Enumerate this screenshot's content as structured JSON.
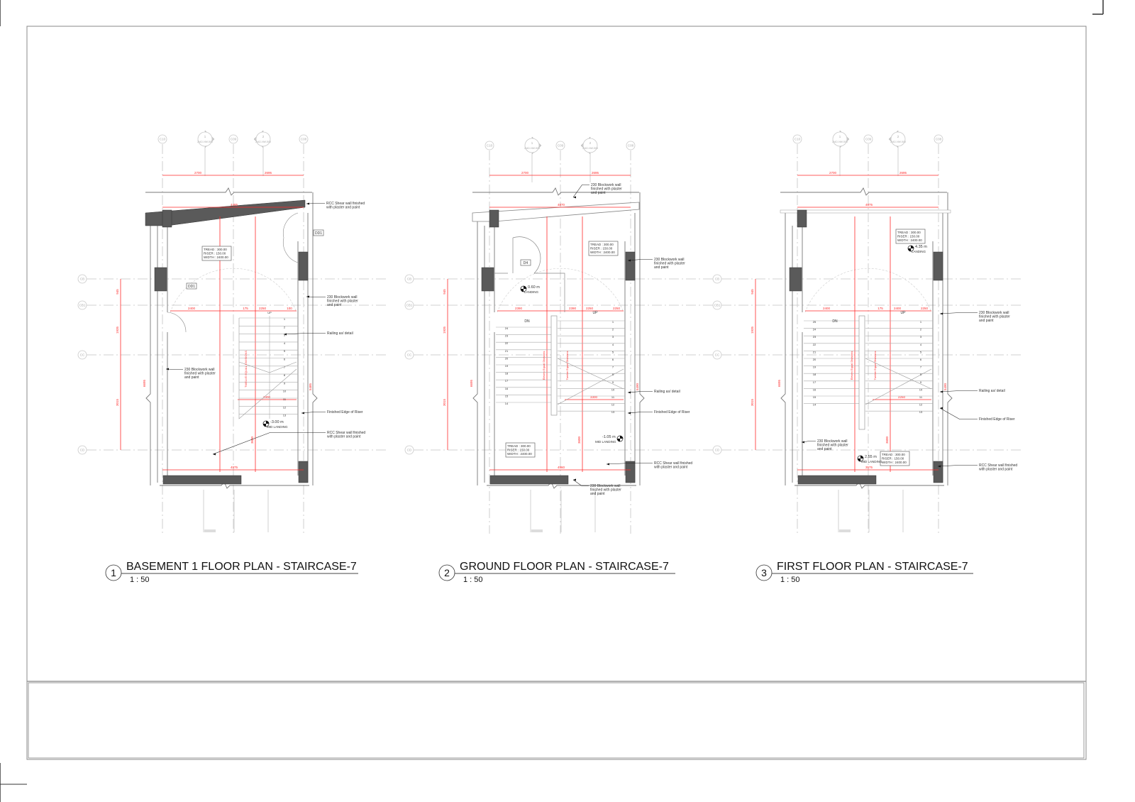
{
  "sheet": {
    "title_block": ""
  },
  "plans": [
    {
      "number": "1",
      "title": "BASEMENT 1 FLOOR PLAN - STAIRCASE-7",
      "scale": "1 : 50",
      "grid_cols": [
        "C10",
        "C09",
        "C08"
      ],
      "grid_rows": [
        "CB",
        "CB1",
        "CC",
        "CD"
      ],
      "sections": [
        {
          "num": "1",
          "ref": "2/AD-NW-503"
        },
        {
          "num": "2",
          "ref": "2/AD-NW-503"
        }
      ],
      "top_dims": [
        "2700",
        "2695"
      ],
      "row_dims": [
        "945",
        "1935",
        "3015"
      ],
      "dims": [
        "4485",
        "4975",
        "2400",
        "175",
        "2250",
        "100",
        "2400",
        "3600",
        "5485",
        "6695"
      ],
      "division_labels": [
        "TWELVE EQUAL DIVISIONS"
      ],
      "stair_labels": [
        "UP"
      ],
      "tags": [
        "DD1",
        "DD1"
      ],
      "steps_up": [
        "1",
        "2",
        "3",
        "4",
        "5",
        "6",
        "7",
        "8",
        "9",
        "10",
        "11",
        "12",
        "13"
      ],
      "steps_dn": [],
      "spec_boxes": [
        {
          "tread": "TREAD : 300.00",
          "riser": "RISER : 150.00",
          "width": "WIDTH : 2400.00"
        }
      ],
      "levels": [
        {
          "value": "-3.00 m",
          "label": "MID LANDING"
        }
      ],
      "notes": [
        {
          "lines": [
            "RCC Shear wall finished",
            "with plaster and paint"
          ]
        },
        {
          "lines": [
            "230 Blockwork wall",
            "finished with plaster",
            "and paint"
          ]
        },
        {
          "lines": [
            "Railing as/ detail"
          ]
        },
        {
          "lines": [
            "230 Blockwork wall",
            "finished with plaster",
            "and paint"
          ]
        },
        {
          "lines": [
            "Finished Edge of Riser"
          ]
        },
        {
          "lines": [
            "RCC Shear wall finished",
            "with plaster and paint"
          ]
        }
      ]
    },
    {
      "number": "2",
      "title": "GROUND FLOOR PLAN - STAIRCASE-7",
      "scale": "1 : 50",
      "grid_cols": [
        "C10",
        "C09",
        "C08"
      ],
      "grid_rows": [
        "CB",
        "CB1",
        "CC",
        "CD"
      ],
      "sections": [
        {
          "num": "1",
          "ref": "2/AD-NW-503"
        },
        {
          "num": "2",
          "ref": "2/AD-NW-503"
        }
      ],
      "top_dims": [
        "2700",
        "2695"
      ],
      "row_dims": [
        "945",
        "1935",
        "3015"
      ],
      "dims": [
        "4870",
        "4960",
        "2390",
        "2390",
        "2250",
        "2250",
        "3300",
        "3600",
        "5490",
        "6695"
      ],
      "division_labels": [
        "Eleven Equal Divisions",
        "Twelve Equal Divisions"
      ],
      "stair_labels": [
        "DN",
        "UP"
      ],
      "tags": [
        "D4"
      ],
      "steps_up": [
        "1",
        "2",
        "3",
        "4",
        "5",
        "6",
        "7",
        "8",
        "9",
        "10",
        "11",
        "12",
        "13"
      ],
      "steps_dn": [
        "24",
        "23",
        "22",
        "21",
        "20",
        "19",
        "18",
        "17",
        "16",
        "15",
        "14"
      ],
      "spec_boxes": [
        {
          "tread": "TREAD : 300.00",
          "riser": "RISER : 150.00",
          "width": "WIDTH : 2400.00"
        },
        {
          "tread": "TREAD : 300.00",
          "riser": "RISER : 150.00",
          "width": "WIDTH : 2400.00"
        }
      ],
      "levels": [
        {
          "value": "0.60 m",
          "label": "LANDING"
        },
        {
          "value": "-1.05 m",
          "label": "MID LANDING"
        }
      ],
      "notes": [
        {
          "lines": [
            "230 Blockwork wall",
            "finished with plaster",
            "and paint"
          ]
        },
        {
          "lines": [
            "230 Blockwork wall",
            "finished with plaster",
            "and paint"
          ]
        },
        {
          "lines": [
            "Railing as/ detail"
          ]
        },
        {
          "lines": [
            "Finished Edge of Riser"
          ]
        },
        {
          "lines": [
            "RCC Shear wall finished",
            "with plaster and paint"
          ]
        },
        {
          "lines": [
            "230 Blockwork wall",
            "finished with plaster",
            "and paint"
          ]
        }
      ]
    },
    {
      "number": "3",
      "title": "FIRST FLOOR PLAN - STAIRCASE-7",
      "scale": "1 : 50",
      "grid_cols": [
        "C10",
        "C09",
        "C08"
      ],
      "grid_rows": [
        "CB",
        "CB1",
        "CC",
        "CD"
      ],
      "sections": [
        {
          "num": "1",
          "ref": "2/AD-NW-503"
        },
        {
          "num": "2",
          "ref": "2/AD-NW-503"
        }
      ],
      "top_dims": [
        "2700",
        "2695"
      ],
      "row_dims": [
        "945",
        "1935",
        "3015"
      ],
      "dims": [
        "4875",
        "3575",
        "2400",
        "175",
        "2400",
        "2250",
        "2250",
        "3600",
        "5490",
        "6695"
      ],
      "division_labels": [
        "Eleven Equal Divisions",
        "Twelve Equal Divisions"
      ],
      "stair_labels": [
        "DN",
        "UP"
      ],
      "tags": [],
      "steps_up": [
        "1",
        "2",
        "3",
        "4",
        "5",
        "6",
        "7",
        "8",
        "9",
        "10",
        "11",
        "12",
        "13"
      ],
      "steps_dn": [
        "25",
        "24",
        "23",
        "22",
        "21",
        "20",
        "19",
        "18",
        "17",
        "16",
        "15",
        "14"
      ],
      "spec_boxes": [
        {
          "tread": "TREAD : 300.00",
          "riser": "RISER : 150.00",
          "width": "WIDTH : 2400.00"
        },
        {
          "tread": "TREAD : 300.00",
          "riser": "RISER : 150.00",
          "width": "WIDTH : 2400.00"
        }
      ],
      "levels": [
        {
          "value": "4.35 m",
          "label": "LANDING"
        },
        {
          "value": "2.55 m",
          "label": "MID LANDING"
        }
      ],
      "notes": [
        {
          "lines": [
            "230 Blockwork wall",
            "finished with plaster",
            "and paint"
          ]
        },
        {
          "lines": [
            "Railing as/ detail"
          ]
        },
        {
          "lines": [
            "Finished Edge of Riser"
          ]
        },
        {
          "lines": [
            "RCC Shear wall finished",
            "with plaster and paint"
          ]
        },
        {
          "lines": [
            "230 Blockwork wall",
            "finished with plaster",
            "and paint"
          ]
        }
      ]
    }
  ]
}
